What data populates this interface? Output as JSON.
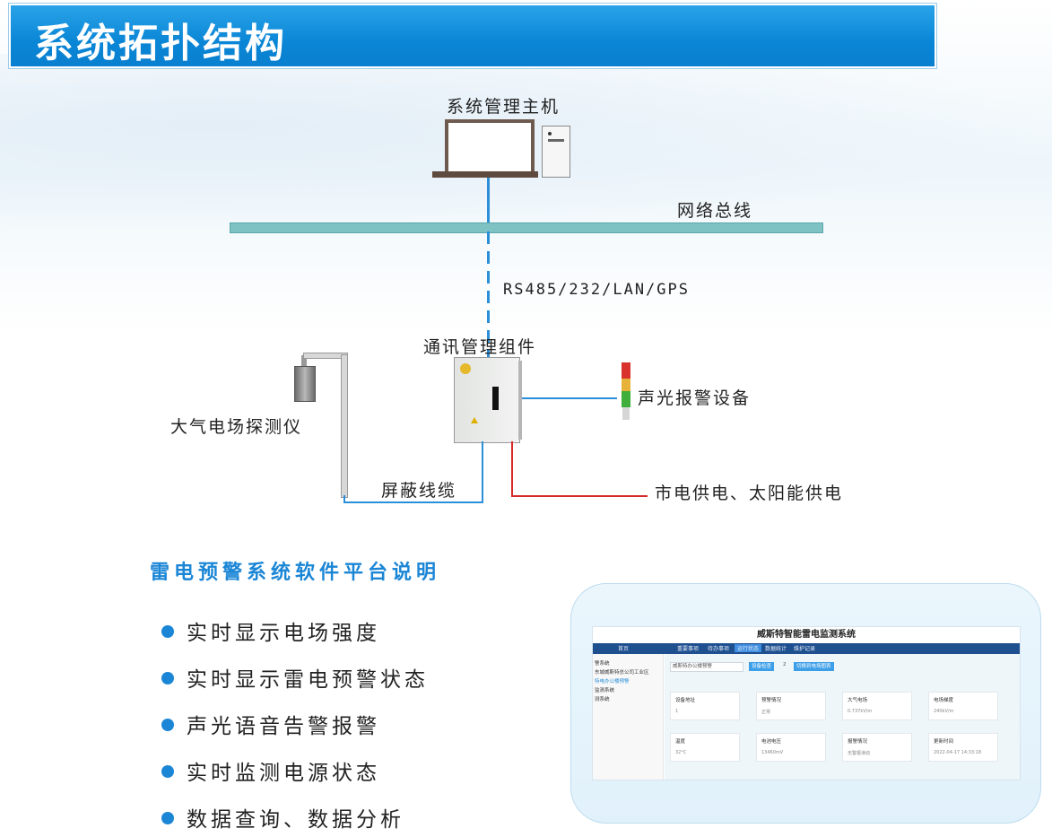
{
  "header": {
    "title": "系统拓扑结构"
  },
  "topology": {
    "host_label": "系统管理主机",
    "bus_label": "网络总线",
    "link_label": "RS485/232/LAN/GPS",
    "comm_label": "通讯管理组件",
    "detector_label": "大气电场探测仪",
    "alarm_label": "声光报警设备",
    "cable_label": "屏蔽线缆",
    "power_label": "市电供电、太阳能供电"
  },
  "software": {
    "section_title": "雷电预警系统软件平台说明",
    "features": [
      "实时显示电场强度",
      "实时显示雷电预警状态",
      "声光语音告警报警",
      "实时监测电源状态",
      "数据查询、数据分析"
    ]
  },
  "screenshot": {
    "title": "威斯特智能雷电监测系统",
    "brand": "首页",
    "tabs": [
      "重要事项",
      "待办事项",
      "运行状态",
      "数据统计",
      "维护记录"
    ],
    "active_tab": 2,
    "side_items": [
      "警系统",
      "东城威斯特总公司工业区",
      "特电办公楼预警",
      "监测系统",
      "测系统"
    ],
    "select_value": "威斯特办公楼预警",
    "btn_check": "设备检查",
    "sep": "2",
    "btn_switch": "切换到电场图表",
    "cards": [
      {
        "label": "设备地址",
        "value": "1"
      },
      {
        "label": "预警情况",
        "value": "正常"
      },
      {
        "label": "大气电场",
        "value": "0.737kV/m"
      },
      {
        "label": "电场梯度",
        "value": "240kV/m"
      },
      {
        "label": "温度",
        "value": "32°C"
      },
      {
        "label": "电池电压",
        "value": "13460mV"
      },
      {
        "label": "报警情况",
        "value": "无警报滑动"
      },
      {
        "label": "更新时间",
        "value": "2022-04-17 14:33:18"
      }
    ]
  },
  "colors": {
    "accent": "#1b86d6",
    "bus": "#7ec2c4",
    "power_wire": "#d42a2a"
  }
}
